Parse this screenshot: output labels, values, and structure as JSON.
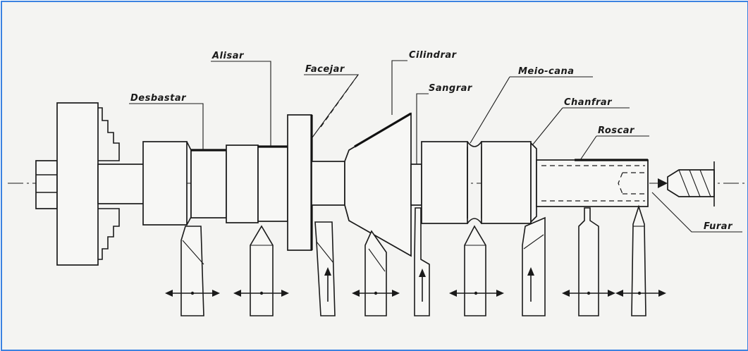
{
  "diagram": {
    "labels": {
      "desbastar": "Desbastar",
      "alisar": "Alisar",
      "facejar": "Facejar",
      "cilindrar": "Cilindrar",
      "sangrar": "Sangrar",
      "meio_cana": "Meio-cana",
      "chanfrar": "Chanfrar",
      "roscar": "Roscar",
      "furar": "Furar"
    },
    "colors": {
      "frame_border": "#3b82e0",
      "paper": "#f4f4f2",
      "ink": "#1a1a1a"
    }
  }
}
